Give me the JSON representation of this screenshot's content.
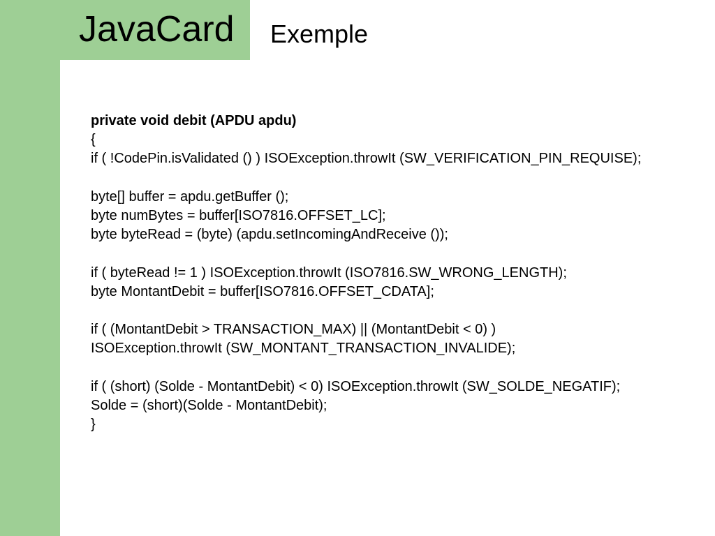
{
  "slide": {
    "title": "JavaCard",
    "subtitle": "Exemple",
    "accent_color": "#9ecf95",
    "code_lines": [
      {
        "text": "private void debit (APDU apdu)",
        "bold": true
      },
      {
        "text": "{",
        "bold": false
      },
      {
        "text": "if ( !CodePin.isValidated () ) ISOException.throwIt (SW_VERIFICATION_PIN_REQUISE);",
        "bold": false
      },
      {
        "text": "",
        "bold": false
      },
      {
        "text": "byte[] buffer = apdu.getBuffer ();",
        "bold": false
      },
      {
        "text": "byte numBytes = buffer[ISO7816.OFFSET_LC];",
        "bold": false
      },
      {
        "text": "byte byteRead = (byte) (apdu.setIncomingAndReceive ());",
        "bold": false
      },
      {
        "text": "",
        "bold": false
      },
      {
        "text": "if ( byteRead != 1 ) ISOException.throwIt (ISO7816.SW_WRONG_LENGTH);",
        "bold": false
      },
      {
        "text": "byte MontantDebit = buffer[ISO7816.OFFSET_CDATA];",
        "bold": false
      },
      {
        "text": "",
        "bold": false
      },
      {
        "text": "if ( (MontantDebit > TRANSACTION_MAX) || (MontantDebit < 0) )",
        "bold": false
      },
      {
        "text": "ISOException.throwIt (SW_MONTANT_TRANSACTION_INVALIDE);",
        "bold": false
      },
      {
        "text": "",
        "bold": false
      },
      {
        "text": "if ( (short) (Solde - MontantDebit) < 0) ISOException.throwIt (SW_SOLDE_NEGATIF);",
        "bold": false
      },
      {
        "text": "Solde = (short)(Solde - MontantDebit);",
        "bold": false
      },
      {
        "text": "}",
        "bold": false
      }
    ]
  }
}
